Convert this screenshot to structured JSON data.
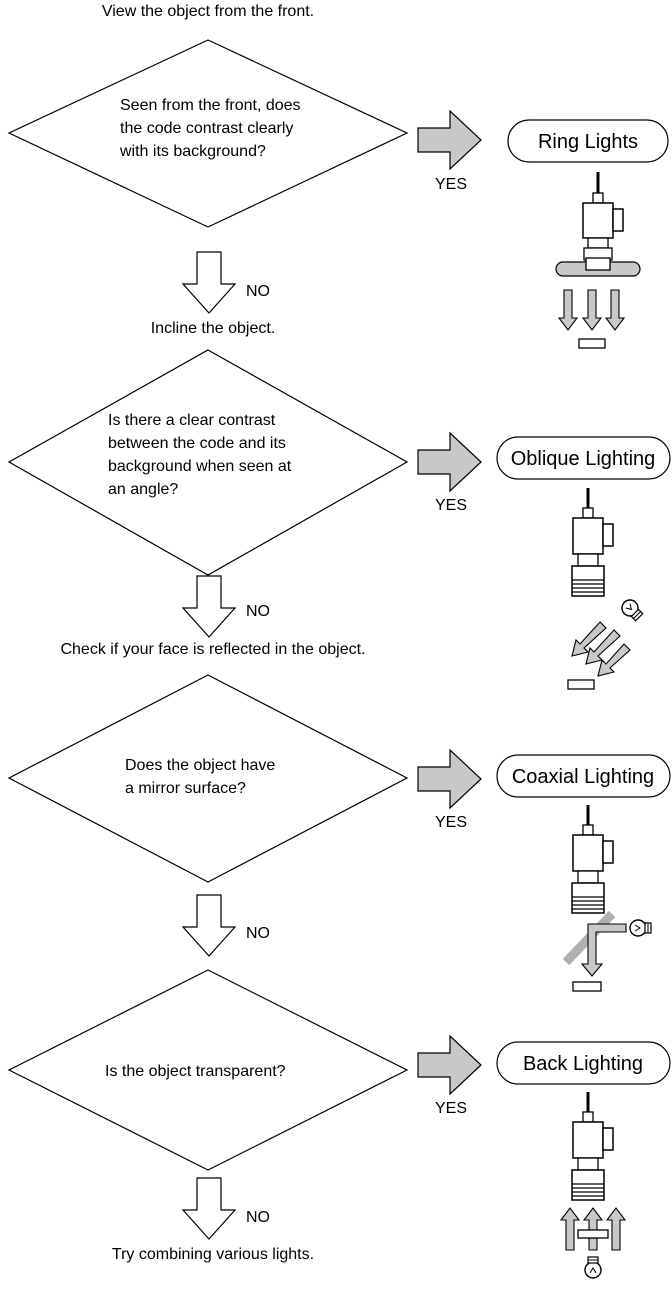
{
  "steps": [
    "View the object from the front.",
    "Incline the object.",
    "Check if your face is reflected in the object.",
    "Try combining various lights."
  ],
  "questions": [
    [
      "Seen from the front, does",
      "the code contrast clearly",
      "with its background?"
    ],
    [
      "Is there a clear contrast",
      "between the code and its",
      "background when seen at",
      "an angle?"
    ],
    [
      "Does the object have",
      "a mirror surface?"
    ],
    [
      "Is the object transparent?"
    ]
  ],
  "answers": {
    "yes": "YES",
    "no": "NO"
  },
  "lights": [
    {
      "label": "Ring Lights"
    },
    {
      "label": "Oblique Lighting"
    },
    {
      "label": "Coaxial Lighting"
    },
    {
      "label": "Back Lighting"
    }
  ],
  "colors": {
    "stroke": "#000000",
    "gray_fill": "#c8c8c8",
    "camera_fill": "#ffffff"
  }
}
